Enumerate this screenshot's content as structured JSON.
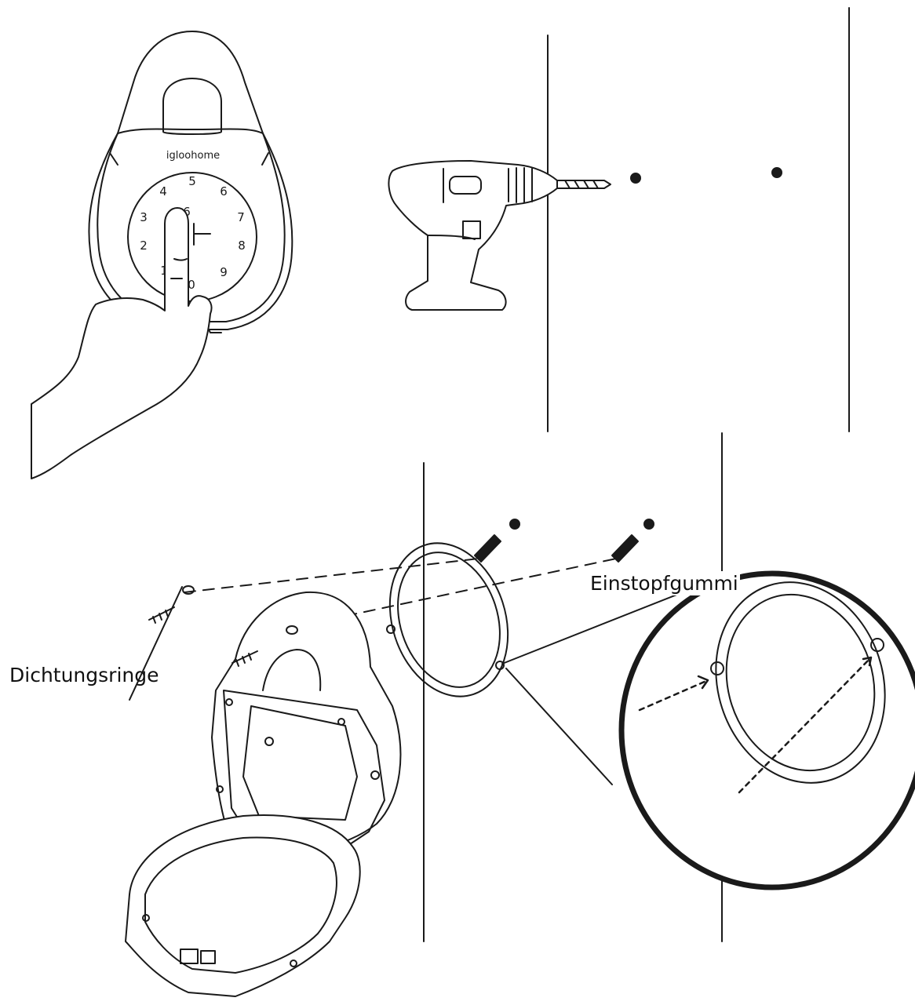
{
  "lockbox": {
    "brand": "igloohome",
    "keypad_digits": [
      "1",
      "2",
      "3",
      "4",
      "5",
      "6",
      "7",
      "8",
      "9",
      "0"
    ]
  },
  "labels": {
    "seal_rings": "Dichtungsringe",
    "plug_rubber": "Einstopfgummi"
  },
  "colors": {
    "line": "#1a1a1a",
    "background": "#ffffff"
  }
}
